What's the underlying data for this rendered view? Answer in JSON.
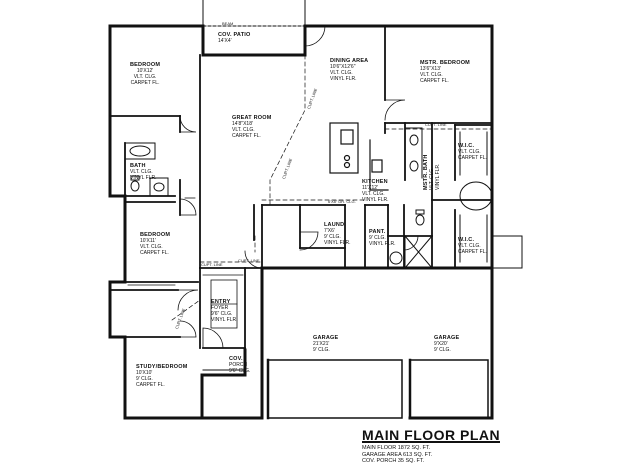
{
  "title": "MAIN FLOOR PLAN",
  "summary": [
    "MAIN FLOOR 1872 SQ. FT.",
    "GARAGE AREA 613 SQ. FT.",
    "COV. PORCH 35 SQ. FT."
  ],
  "annotations": {
    "beam": "BEAM",
    "cov_patio": [
      "COV. PATIO",
      "14'X4'"
    ],
    "dropped_beam": "6'X8\" DR. CLG.",
    "cupt_line_1": "CUPT. LINE",
    "cupt_line_2": "CUPT. LINE",
    "cupt_line_3": "CUPT. LINE",
    "cupt_line_4": "CUPT. LINE",
    "cupt_line_5": "CUPT. LINE",
    "cupt_line_6": "CUPT. LINE"
  },
  "rooms": {
    "bedroom_1": {
      "name": "BEDROOM",
      "lines": [
        "10'X12'",
        "VLT. CLG.",
        "CARPET FL."
      ]
    },
    "great_room": {
      "name": "GREAT ROOM",
      "lines": [
        "14'8\"X18'",
        "VLT. CLG.",
        "CARPET FL."
      ]
    },
    "dining": {
      "name": "DINING AREA",
      "lines": [
        "10'6\"X12'6\"",
        "VLT. CLG.",
        "VINYL FLR."
      ]
    },
    "master": {
      "name": "MSTR. BEDROOM",
      "lines": [
        "13'6\"X13'",
        "VLT. CLG.",
        "CARPET FL."
      ]
    },
    "bath": {
      "name": "BATH",
      "lines": [
        "VLT. CLG.",
        "VINYL FLR."
      ]
    },
    "kitchen": {
      "name": "KITCHEN",
      "lines": [
        "11'X12'",
        "VLT. CLG.",
        "VINYL FLR."
      ]
    },
    "mstr_bath": {
      "name": "MSTR. BATH",
      "lines": [
        "VLT. CLG.",
        "VINYL FLR."
      ]
    },
    "wic_1": {
      "name": "W.I.C.",
      "lines": [
        "VLT. CLG.",
        "CARPET FL."
      ]
    },
    "wic_2": {
      "name": "W.I.C.",
      "lines": [
        "VLT. CLG.",
        "CARPET FL."
      ]
    },
    "bedroom_2": {
      "name": "BEDROOM",
      "lines": [
        "10'X11'",
        "VLT. CLG.",
        "CARPET FL."
      ]
    },
    "laundry": {
      "name": "LAUND.",
      "lines": [
        "7'X6'",
        "9' CLG.",
        "VINYL FLR."
      ]
    },
    "pantry": {
      "name": "PANT.",
      "lines": [
        "9' CLG.",
        "VINYL FLR."
      ]
    },
    "entry": {
      "name": "ENTRY",
      "lines": [
        "FOYER",
        "9'6\" CLG.",
        "VINYL FLR."
      ]
    },
    "porch": {
      "name": "COV.",
      "lines": [
        "PORCH",
        "9'6\" CLG."
      ]
    },
    "garage_1": {
      "name": "GARAGE",
      "lines": [
        "21'X21'",
        "9' CLG."
      ]
    },
    "garage_2": {
      "name": "GARAGE",
      "lines": [
        "9'X20'",
        "9' CLG."
      ]
    },
    "study": {
      "name": "STUDY/BEDROOM",
      "lines": [
        "10'X10'",
        "9' CLG.",
        "CARPET FL."
      ]
    }
  }
}
